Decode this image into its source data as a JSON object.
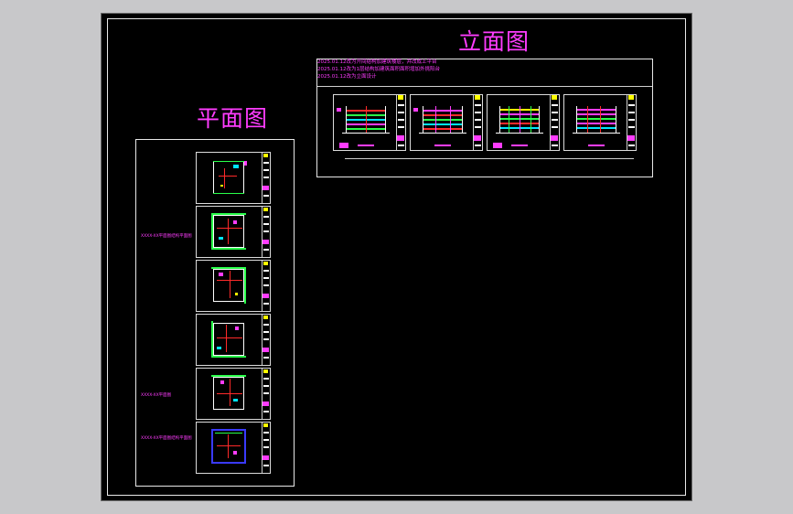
{
  "titles": {
    "elevation": "立面图",
    "plan": "平面图"
  },
  "elevation_notes": [
    "2025.01.12改为开间结构加建筑楼层，并改成上平台",
    "2025.01.12改为1层结构加建筑面积面积增加外挑阳台",
    "2025.01.12改为立面设计"
  ],
  "plan_side_notes": [
    "XXXX-XX平面图结构平面图",
    "XXXX-XX平面图",
    "XXXX-XX平面图结构平面图"
  ],
  "colors": {
    "background": "#000000",
    "magenta": "#ff3cff",
    "green": "#29ff4a",
    "red": "#ff2a2a",
    "cyan": "#00e5ff",
    "yellow": "#ffff00",
    "blue": "#3a3aff",
    "white": "#ffffff"
  }
}
